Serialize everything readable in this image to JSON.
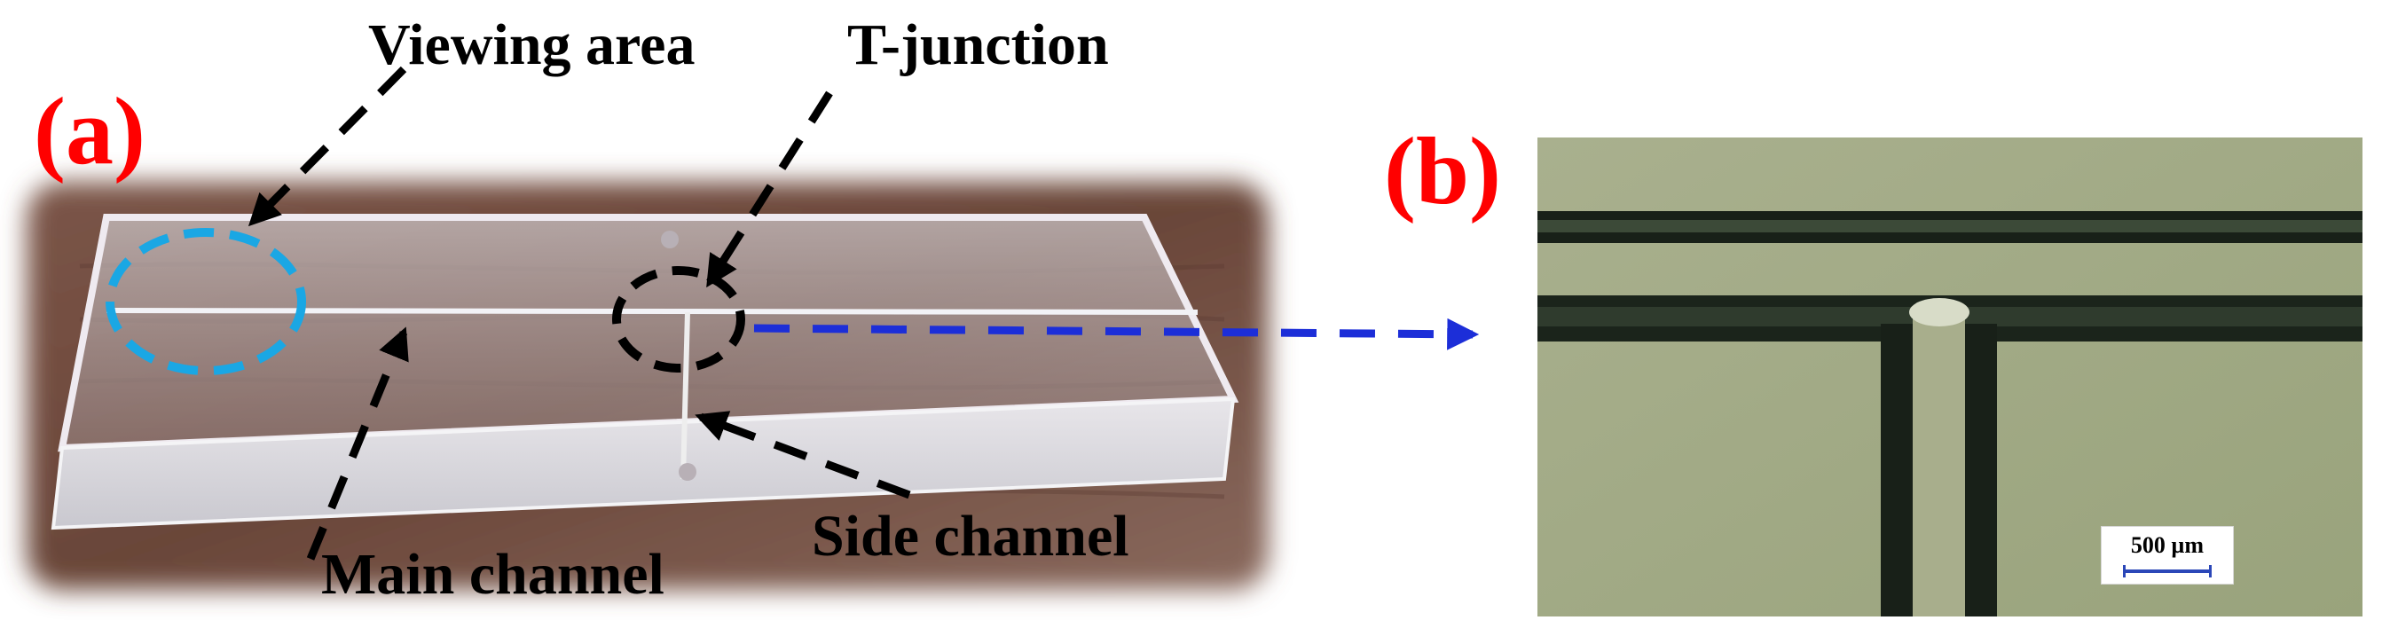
{
  "panels": {
    "a": {
      "label": "(a)"
    },
    "b": {
      "label": "(b)"
    }
  },
  "callouts": {
    "viewing_area": "Viewing area",
    "t_junction": "T-junction",
    "main_channel": "Main channel",
    "side_channel": "Side channel"
  },
  "scale_bar": {
    "text": "500 µm"
  },
  "colors": {
    "panel_label": "#ff0000",
    "viewing_area_ellipse": "#1aa7e4",
    "zoom_arrow": "#1c2ed8",
    "callout_arrows": "#000000"
  }
}
